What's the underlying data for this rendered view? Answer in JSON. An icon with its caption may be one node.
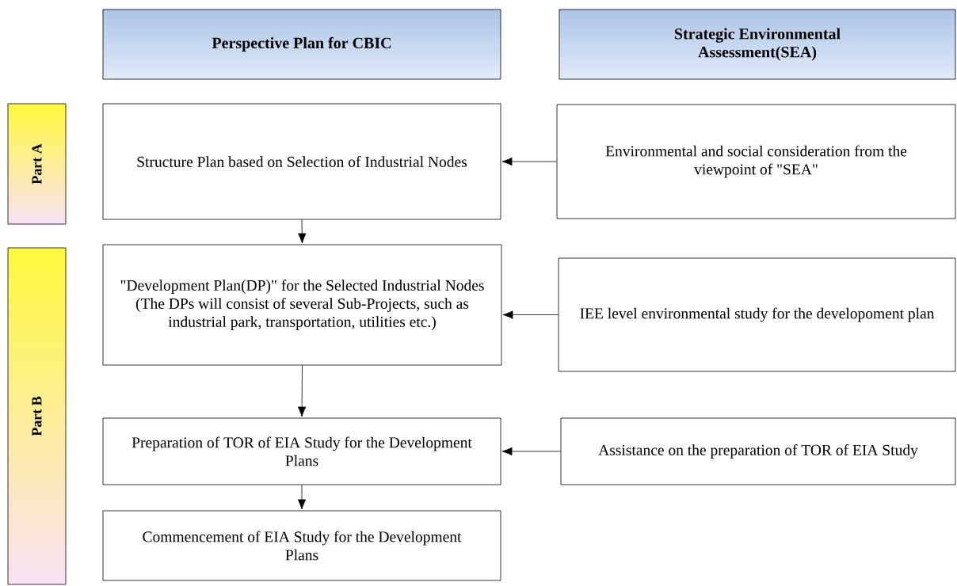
{
  "diagram": {
    "nodes": [
      {
        "text": [
          "Perspective Plan for CBIC"
        ]
      },
      {
        "text": [
          "Strategic Environmental Assessment(SEA)"
        ]
      },
      {
        "text": [
          "Part A"
        ]
      },
      {
        "text": [
          "Structure Plan based on Selection of Industrial Nodes"
        ]
      },
      {
        "text": [
          "Environmental and social consideration from the viewpoint of \"SEA\""
        ]
      },
      {
        "text": [
          "Part B"
        ]
      },
      {
        "text": [
          "\"Development Plan(DP)\" for the Selected Industrial Nodes (The DPs will consist of several Sub-Projects, such as industrial park, transportation, utilities etc.)"
        ]
      },
      {
        "text": [
          "IEE level environmental study for the developoment plan"
        ]
      },
      {
        "text": [
          "Preparation of TOR of EIA Study for the Development Plans"
        ]
      },
      {
        "text": [
          "Assistance on the preparation of TOR of EIA Study"
        ]
      },
      {
        "text": [
          "Commencement of EIA Study for the Development Plans"
        ]
      }
    ],
    "edges": [
      {
        "from": 4,
        "to": 3,
        "arrow": "to"
      },
      {
        "from": 3,
        "to": 6,
        "arrow": "to"
      },
      {
        "from": 7,
        "to": 6,
        "arrow": "to"
      },
      {
        "from": 6,
        "to": 8,
        "arrow": "to"
      },
      {
        "from": 9,
        "to": 8,
        "arrow": "to"
      },
      {
        "from": 8,
        "to": 10,
        "arrow": "to"
      }
    ]
  }
}
